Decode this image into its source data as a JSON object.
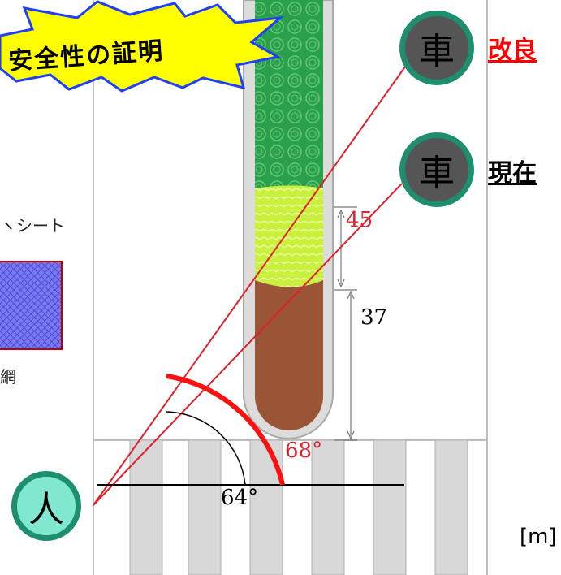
{
  "banner": {
    "text": "安全性の証明",
    "fill_color": "#ffff00",
    "stroke_color": "#1f3fff"
  },
  "vehicle_improved": {
    "icon_char": "車",
    "label": "改良",
    "label_color": "#ff0000"
  },
  "vehicle_current": {
    "icon_char": "車",
    "label": "現在",
    "label_color": "#000000"
  },
  "person": {
    "icon_char": "人"
  },
  "legend": {
    "sheet_text": "ヽシート",
    "net_text": "網",
    "net_color": "#6f6fe8"
  },
  "dimensions": {
    "upper": "45",
    "lower": "37"
  },
  "angles": {
    "improved": "68°",
    "current": "64°"
  },
  "unit": "[m]",
  "colors": {
    "accent_red": "#ff0000",
    "foliage_dark": "#2aa04a",
    "foliage_light": "#c8f03c",
    "soil": "#9a5536",
    "badge_ring": "#1e8f6e"
  }
}
